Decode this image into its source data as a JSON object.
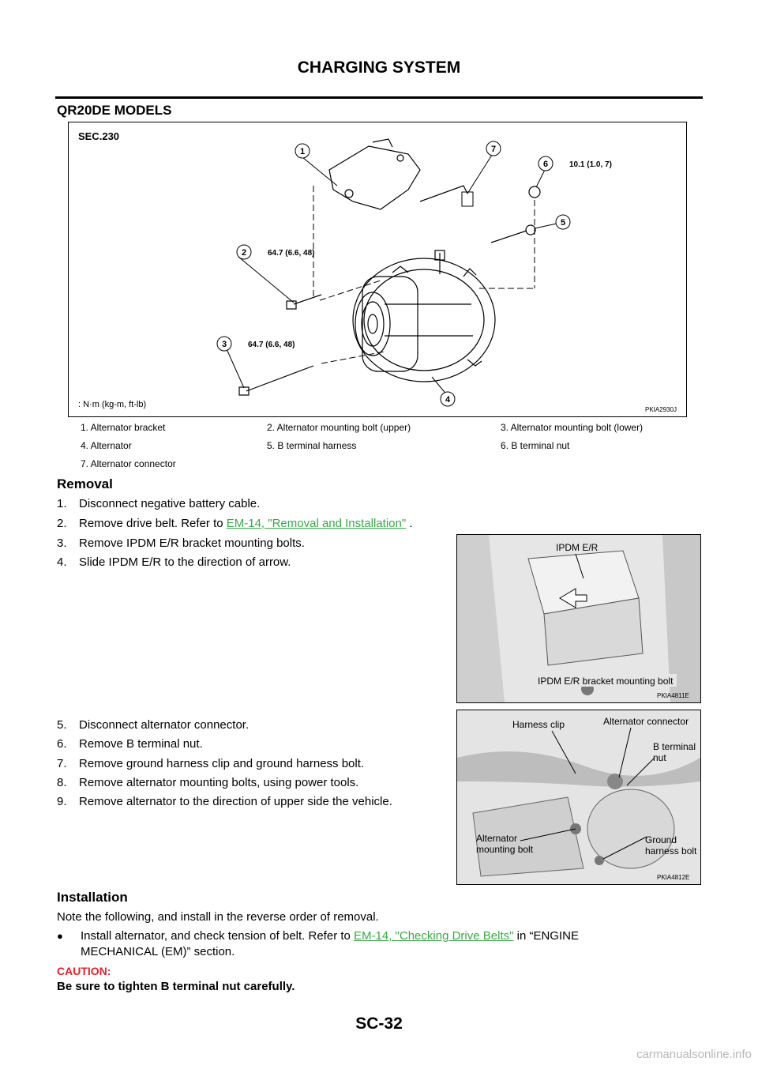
{
  "header": {
    "title": "CHARGING SYSTEM"
  },
  "section": {
    "title": "QR20DE MODELS"
  },
  "figure1": {
    "sec": "SEC.230",
    "code": "PKIA2930J",
    "torque_note": ": N·m (kg-m, ft-lb)",
    "callouts": [
      {
        "num": "1",
        "torque": ""
      },
      {
        "num": "2",
        "torque": "64.7 (6.6, 48)"
      },
      {
        "num": "3",
        "torque": "64.7 (6.6, 48)"
      },
      {
        "num": "4",
        "torque": ""
      },
      {
        "num": "5",
        "torque": ""
      },
      {
        "num": "6",
        "torque": "10.1 (1.0, 7)"
      },
      {
        "num": "7",
        "torque": ""
      }
    ]
  },
  "legend": [
    [
      "1.   Alternator bracket",
      "2.   Alternator mounting bolt (upper)",
      "3.   Alternator mounting bolt (lower)"
    ],
    [
      "4.   Alternator",
      "5.   B terminal harness",
      "6.   B terminal nut"
    ],
    [
      "7.   Alternator connector",
      "",
      ""
    ]
  ],
  "removal": {
    "title": "Removal",
    "steps": [
      {
        "num": "1.",
        "text": "Disconnect negative battery cable."
      },
      {
        "num": "2.",
        "text": "Remove drive belt. Refer to ",
        "link": "EM-14, \"Removal and Installation\"",
        "after": " ."
      },
      {
        "num": "3.",
        "text": "Remove IPDM E/R bracket mounting bolts."
      },
      {
        "num": "4.",
        "text": "Slide IPDM E/R to the direction of arrow."
      },
      {
        "num": "5.",
        "text": "Disconnect alternator connector."
      },
      {
        "num": "6.",
        "text": "Remove B terminal nut."
      },
      {
        "num": "7.",
        "text": "Remove ground harness clip and ground harness bolt."
      },
      {
        "num": "8.",
        "text": "Remove alternator mounting bolts, using power tools."
      },
      {
        "num": "9.",
        "text": "Remove alternator to the direction of upper side the vehicle."
      }
    ]
  },
  "figure2": {
    "label_top": "IPDM E/R",
    "label_bottom": "IPDM E/R bracket mounting bolt",
    "code": "PKIA4811E"
  },
  "figure3": {
    "harness_clip": "Harness clip",
    "alt_connector": "Alternator connector",
    "b_terminal_1": "B terminal",
    "b_terminal_2": "nut",
    "mount_bolt_1": "Alternator",
    "mount_bolt_2": "mounting bolt",
    "ground_1": "Ground",
    "ground_2": "harness bolt",
    "code": "PKIA4812E"
  },
  "installation": {
    "title": "Installation",
    "intro": "Note the following, and install in the reverse order of removal.",
    "bullet_text": "Install alternator, and check tension of belt. Refer to ",
    "bullet_link": "EM-14, \"Checking Drive Belts\"",
    "bullet_after": "  in “ENGINE",
    "bullet_line2": "MECHANICAL (EM)” section.",
    "caution_label": "CAUTION:",
    "caution_text": "Be sure to tighten B terminal nut carefully."
  },
  "footer": {
    "page": "SC-32",
    "watermark": "carmanualsonline.info"
  }
}
